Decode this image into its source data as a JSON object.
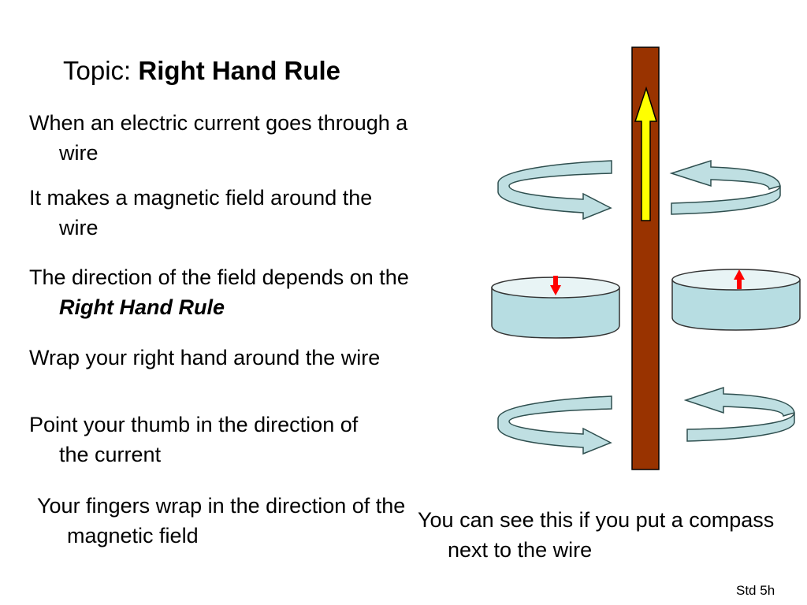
{
  "slide": {
    "title_prefix": "Topic: ",
    "title_bold": "Right Hand Rule",
    "bullets": [
      {
        "text": "When an electric current goes through a wire"
      },
      {
        "text": "It makes a magnetic field around the wire"
      },
      {
        "text": "The direction of the field depends on the ",
        "emphasis": "Right Hand Rule"
      },
      {
        "text": "Wrap your right hand around the wire"
      },
      {
        "text": "Point your thumb in the direction of the current"
      },
      {
        "text": "Your fingers wrap in the direction of the magnetic field"
      }
    ],
    "caption": "You can see this if you put a compass next to the wire",
    "footer": "Std 5h"
  },
  "colors": {
    "wire": "#993300",
    "current_arrow": "#ffff00",
    "field_arrow": "#bfdfe2",
    "compass_body": "#b7dde2",
    "compass_top": "#e8f4f5",
    "needle": "#ff0000"
  },
  "icons": {
    "current": "up-arrow-icon",
    "field": "curved-arrow-icon",
    "compass": "compass-icon",
    "needle": "needle-arrow-icon"
  }
}
